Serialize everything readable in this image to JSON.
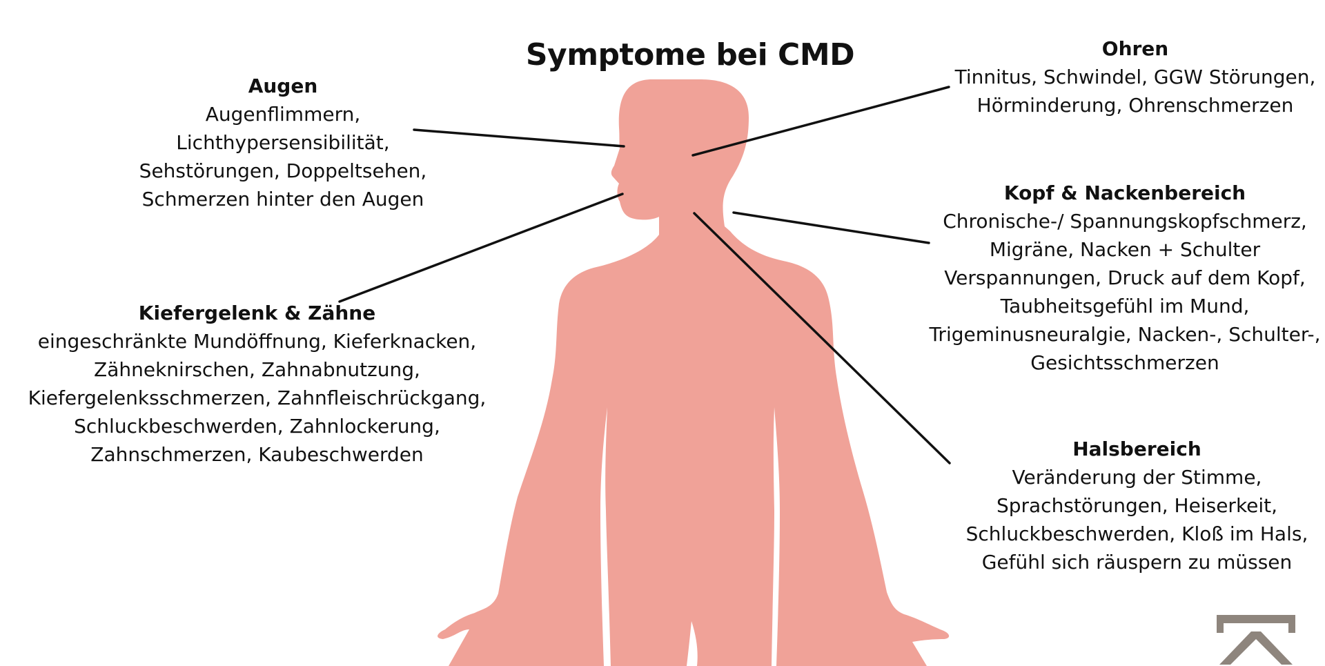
{
  "title": "Symptome bei CMD",
  "colors": {
    "body_silhouette": "#f0a298",
    "pointer_lines": "#111111",
    "logo": "#8e857d",
    "text": "#111111"
  },
  "groups": {
    "augen": {
      "heading": "Augen",
      "lines": [
        "Augenflimmern,",
        "Lichthypersensibilität,",
        "Sehstörungen, Doppeltsehen,",
        "Schmerzen hinter den Augen"
      ]
    },
    "kiefer": {
      "heading": "Kiefergelenk & Zähne",
      "lines": [
        "eingeschränkte Mundöffnung, Kieferknacken,",
        "Zähneknirschen, Zahnabnutzung,",
        "Kiefergelenksschmerzen, Zahnfleischrückgang,",
        "Schluckbeschwerden, Zahnlockerung,",
        "Zahnschmerzen, Kaubeschwerden"
      ]
    },
    "ohren": {
      "heading": "Ohren",
      "lines": [
        "Tinnitus, Schwindel, GGW Störungen,",
        "Hörminderung, Ohrenschmerzen"
      ]
    },
    "kopf": {
      "heading": "Kopf & Nackenbereich",
      "lines": [
        "Chronische-/ Spannungskopfschmerz,",
        "Migräne, Nacken + Schulter",
        "Verspannungen, Druck auf dem Kopf,",
        "Taubheitsgefühl im Mund,",
        "Trigeminusneuralgie, Nacken-, Schulter-,",
        "Gesichtsschmerzen"
      ]
    },
    "hals": {
      "heading": "Halsbereich",
      "lines": [
        "Veränderung der Stimme,",
        "Sprachstörungen, Heiserkeit,",
        "Schluckbeschwerden, Kloß im Hals,",
        "Gefühl sich räuspern zu müssen"
      ]
    }
  }
}
